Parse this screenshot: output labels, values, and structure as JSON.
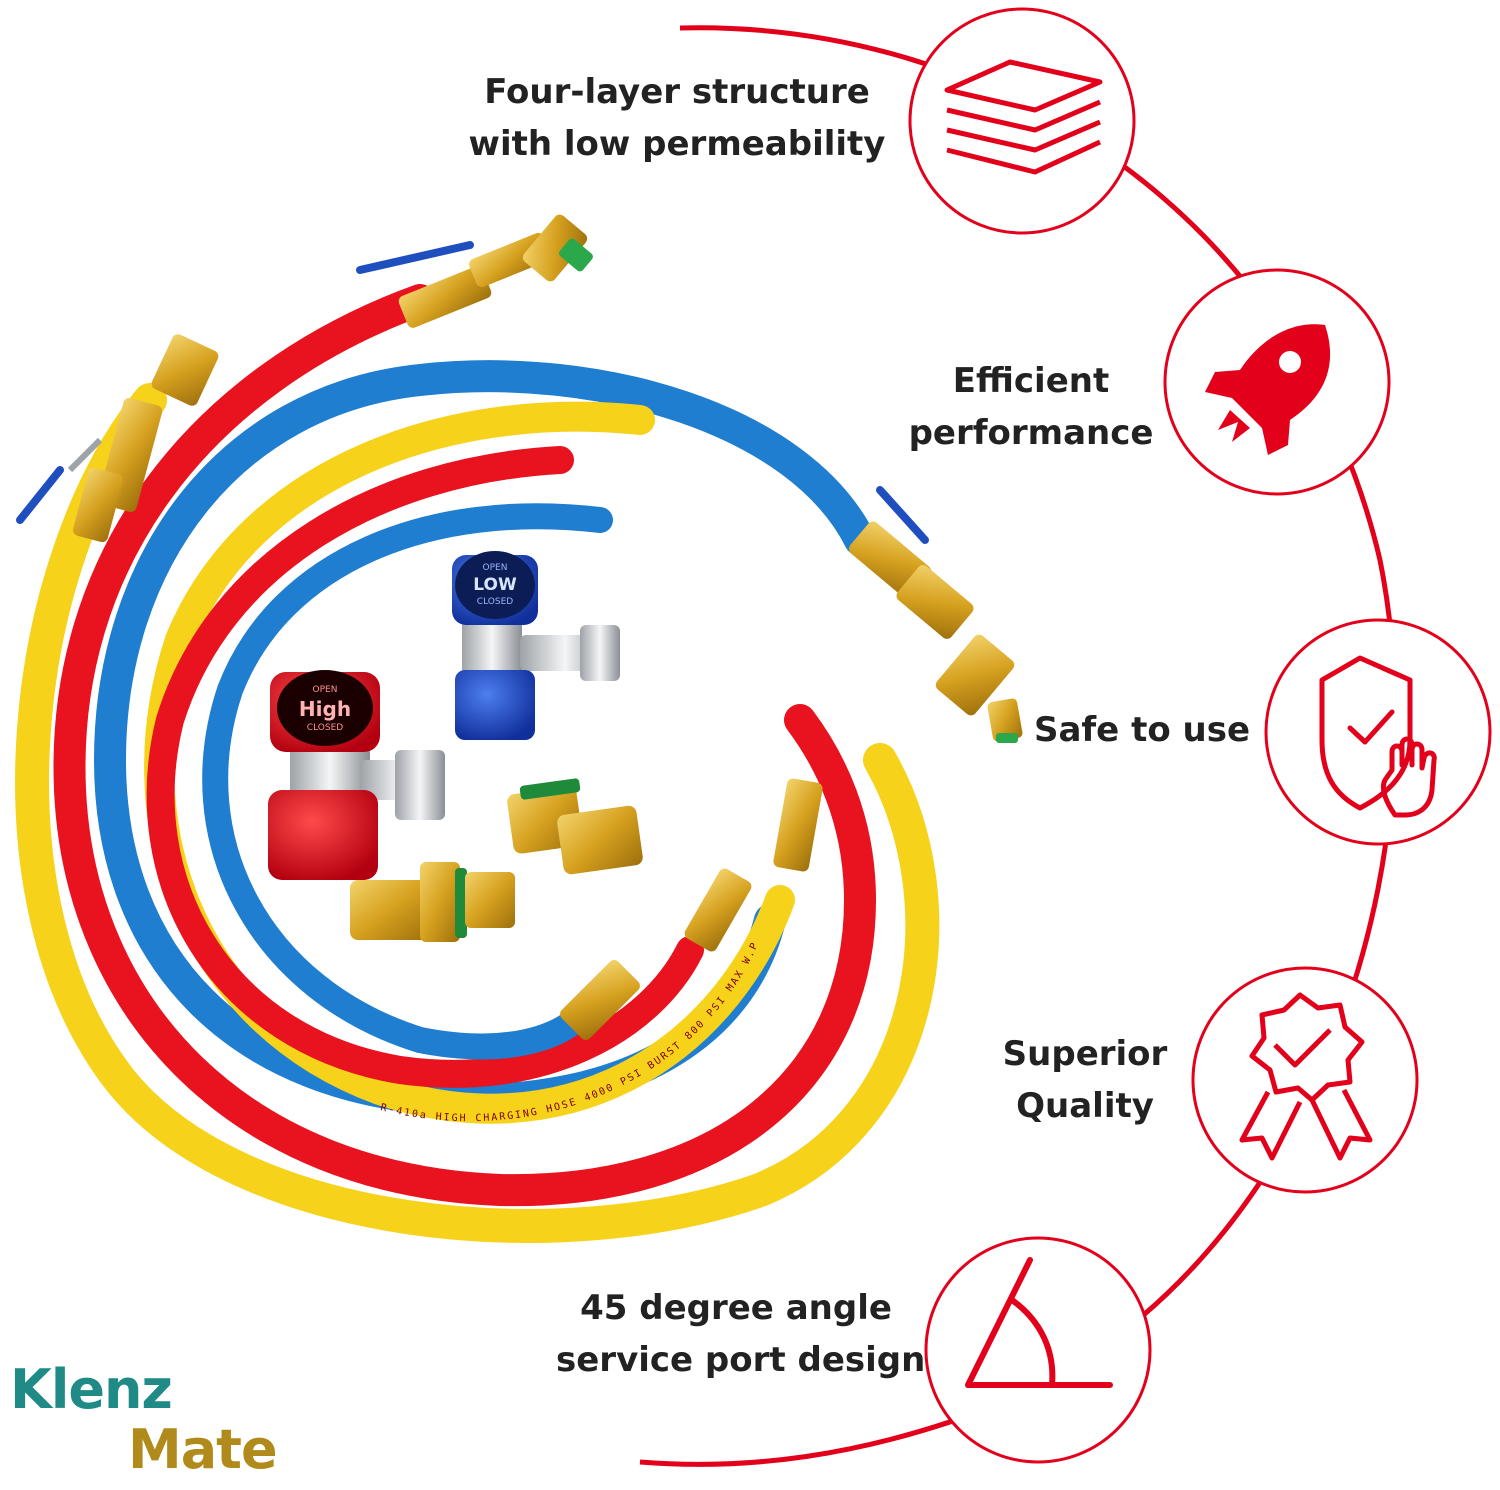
{
  "colors": {
    "accent_red": "#e3001b",
    "hose_red": "#e8131f",
    "hose_blue": "#1f7ed0",
    "hose_yellow": "#f6d21a",
    "brass": "#d8a726",
    "valve_blue": "#1f4fbf",
    "brand_teal": "#1f8a86",
    "brand_gold": "#b08a1a"
  },
  "features": [
    {
      "icon": "layers-icon",
      "lines": [
        "Four-layer structure",
        "with low permeability"
      ]
    },
    {
      "icon": "rocket-icon",
      "lines": [
        "Efficient",
        "performance"
      ]
    },
    {
      "icon": "shield-hand-icon",
      "lines": [
        "Safe to use"
      ]
    },
    {
      "icon": "award-ribbon-icon",
      "lines": [
        "Superior",
        "Quality"
      ]
    },
    {
      "icon": "angle-icon",
      "lines": [
        "45 degree angle",
        "service port design"
      ]
    }
  ],
  "couplers": {
    "low": {
      "title": "LOW",
      "top": "OPEN",
      "bottom": "CLOSED"
    },
    "high": {
      "title": "High",
      "top": "OPEN",
      "bottom": "CLOSED"
    }
  },
  "hose_print": "R-410a  HIGH  CHARGING  HOSE  4000  PSI  BURST  800  PSI  MAX  W.P.",
  "brand": {
    "line1": "Klenz",
    "line2": "Mate"
  }
}
